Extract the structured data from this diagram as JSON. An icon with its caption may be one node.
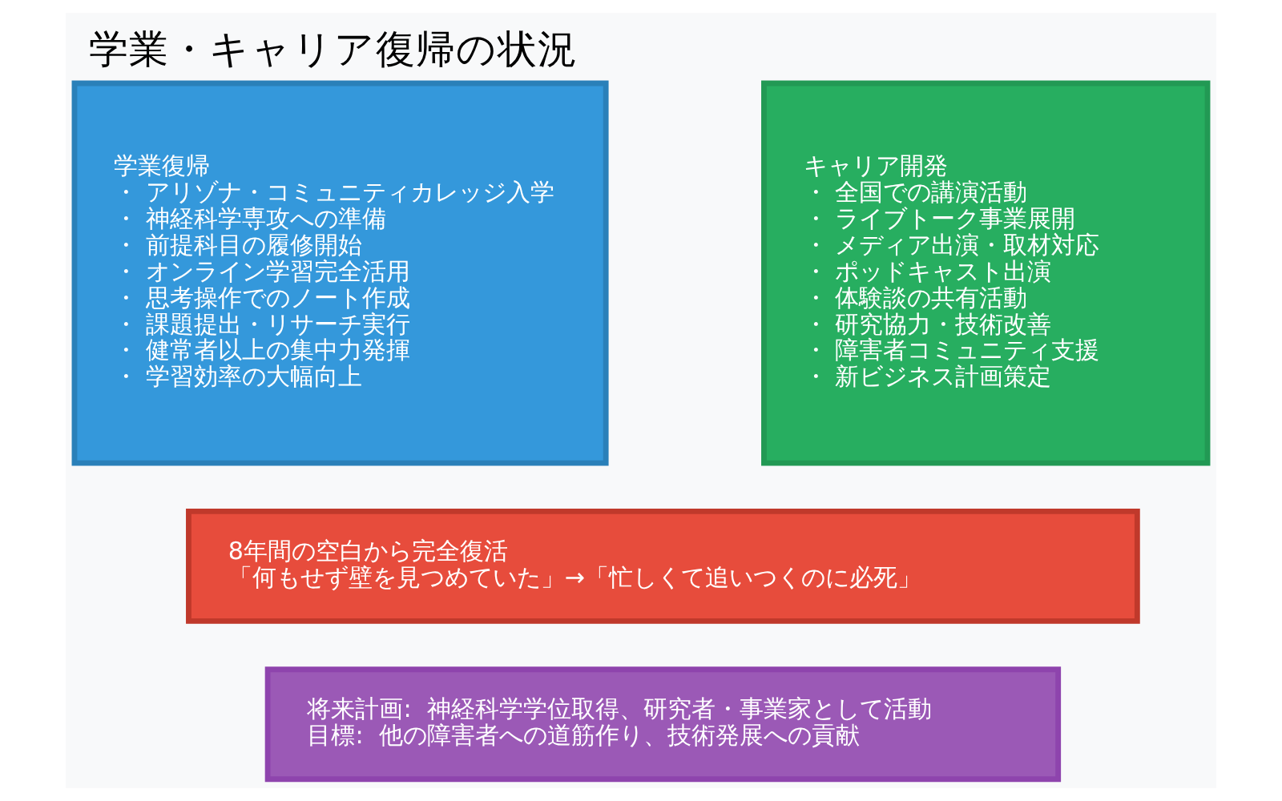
{
  "diagram": {
    "title": "学業・キャリア復帰の状況",
    "nodes": [
      {
        "text": [
          "学業復帰",
          "・ アリゾナ・コミュニティカレッジ入学",
          "・ 神経科学専攻への準備",
          "・ 前提科目の履修開始",
          "・ オンライン学習完全活用",
          "・ 思考操作でのノート作成",
          "・ 課題提出・リサーチ実行",
          "・ 健常者以上の集中力発揮",
          "・ 学習効率の大幅向上"
        ]
      },
      {
        "text": [
          "キャリア開発",
          "・ 全国での講演活動",
          "・ ライブトーク事業展開",
          "・ メディア出演・取材対応",
          "・ ポッドキャスト出演",
          "・ 体験談の共有活動",
          "・ 研究協力・技術改善",
          "・ 障害者コミュニティ支援",
          "・ 新ビジネス計画策定"
        ]
      },
      {
        "text": [
          "8年間の空白から完全復活",
          "「何もせず壁を見つめていた」→「忙しくて追いつくのに必死」"
        ]
      },
      {
        "text": [
          "将来計画:  神経科学学位取得、研究者・事業家として活動",
          "目標:  他の障害者への道筋作り、技術発展への貢献"
        ]
      }
    ],
    "edges": []
  }
}
